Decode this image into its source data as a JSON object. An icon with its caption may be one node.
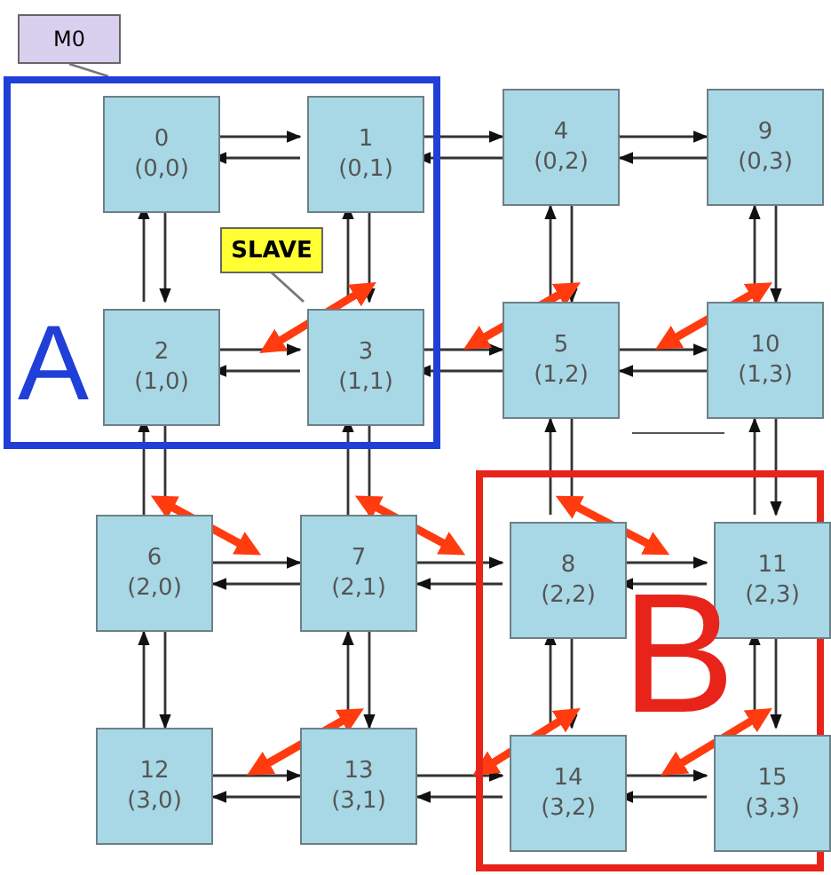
{
  "diagram": {
    "nodes": [
      {
        "text": [
          "M0"
        ]
      },
      {
        "text": [
          "A"
        ]
      },
      {
        "text": [
          "0",
          "(0,0)"
        ],
        "in": 1
      },
      {
        "text": [
          "1",
          "(0,1)"
        ],
        "in": 1
      },
      {
        "text": [
          "4",
          "(0,2)"
        ]
      },
      {
        "text": [
          "9",
          "(0,3)"
        ]
      },
      {
        "text": [
          "SLAVE"
        ],
        "in": 1
      },
      {
        "text": [
          "2",
          "(1,0)"
        ],
        "in": 1
      },
      {
        "text": [
          "3",
          "(1,1)"
        ],
        "in": 1
      },
      {
        "text": [
          "5",
          "(1,2)"
        ]
      },
      {
        "text": [
          "10",
          "(1,3)"
        ]
      },
      {
        "text": [
          "B"
        ]
      },
      {
        "text": [
          "6",
          "(2,0)"
        ]
      },
      {
        "text": [
          "7",
          "(2,1)"
        ]
      },
      {
        "text": [
          "8",
          "(2,2)"
        ],
        "in": 11
      },
      {
        "text": [
          "11",
          "(2,3)"
        ],
        "in": 11
      },
      {
        "text": [
          "12",
          "(3,0)"
        ]
      },
      {
        "text": [
          "13",
          "(3,1)"
        ]
      },
      {
        "text": [
          "14",
          "(3,2)"
        ],
        "in": 11
      },
      {
        "text": [
          "15",
          "(3,3)"
        ],
        "in": 11
      }
    ],
    "edges": [
      {
        "from": 0,
        "to": 1,
        "arrow": "none"
      },
      {
        "from": 6,
        "to": 8,
        "arrow": "none"
      },
      {
        "from": 2,
        "to": 3,
        "arrow": "to"
      },
      {
        "from": 3,
        "to": 2,
        "arrow": "to"
      },
      {
        "from": 3,
        "to": 4,
        "arrow": "to"
      },
      {
        "from": 4,
        "to": 3,
        "arrow": "to"
      },
      {
        "from": 4,
        "to": 5,
        "arrow": "to"
      },
      {
        "from": 5,
        "to": 4,
        "arrow": "to"
      },
      {
        "from": 2,
        "to": 7,
        "arrow": "to"
      },
      {
        "from": 7,
        "to": 2,
        "arrow": "to"
      },
      {
        "from": 3,
        "to": 8,
        "arrow": "to"
      },
      {
        "from": 8,
        "to": 3,
        "arrow": "to"
      },
      {
        "from": 4,
        "to": 9,
        "arrow": "to"
      },
      {
        "from": 9,
        "to": 4,
        "arrow": "to"
      },
      {
        "from": 5,
        "to": 10,
        "arrow": "to"
      },
      {
        "from": 10,
        "to": 5,
        "arrow": "to"
      },
      {
        "from": 7,
        "to": 8,
        "arrow": "to"
      },
      {
        "from": 8,
        "to": 7,
        "arrow": "to"
      },
      {
        "from": 8,
        "to": 9,
        "arrow": "to"
      },
      {
        "from": 9,
        "to": 8,
        "arrow": "to"
      },
      {
        "from": 9,
        "to": 10,
        "arrow": "to"
      },
      {
        "from": 10,
        "to": 9,
        "arrow": "to"
      },
      {
        "from": 7,
        "to": 12,
        "arrow": "to"
      },
      {
        "from": 12,
        "to": 7,
        "arrow": "to"
      },
      {
        "from": 8,
        "to": 13,
        "arrow": "to"
      },
      {
        "from": 13,
        "to": 8,
        "arrow": "to"
      },
      {
        "from": 9,
        "to": 14,
        "arrow": "to"
      },
      {
        "from": 14,
        "to": 9,
        "arrow": "to"
      },
      {
        "from": 10,
        "to": 15,
        "arrow": "to"
      },
      {
        "from": 15,
        "to": 10,
        "arrow": "to"
      },
      {
        "from": 12,
        "to": 13,
        "arrow": "to"
      },
      {
        "from": 13,
        "to": 12,
        "arrow": "to"
      },
      {
        "from": 13,
        "to": 14,
        "arrow": "to"
      },
      {
        "from": 14,
        "to": 13,
        "arrow": "to"
      },
      {
        "from": 14,
        "to": 15,
        "arrow": "to"
      },
      {
        "from": 15,
        "to": 14,
        "arrow": "to"
      },
      {
        "from": 12,
        "to": 16,
        "arrow": "to"
      },
      {
        "from": 16,
        "to": 12,
        "arrow": "to"
      },
      {
        "from": 13,
        "to": 17,
        "arrow": "to"
      },
      {
        "from": 17,
        "to": 13,
        "arrow": "to"
      },
      {
        "from": 14,
        "to": 18,
        "arrow": "to"
      },
      {
        "from": 18,
        "to": 14,
        "arrow": "to"
      },
      {
        "from": 15,
        "to": 19,
        "arrow": "to"
      },
      {
        "from": 19,
        "to": 15,
        "arrow": "to"
      },
      {
        "from": 16,
        "to": 17,
        "arrow": "to"
      },
      {
        "from": 17,
        "to": 16,
        "arrow": "to"
      },
      {
        "from": 17,
        "to": 18,
        "arrow": "to"
      },
      {
        "from": 18,
        "to": 17,
        "arrow": "to"
      },
      {
        "from": 18,
        "to": 19,
        "arrow": "to"
      },
      {
        "from": 19,
        "to": 18,
        "arrow": "to"
      }
    ]
  }
}
